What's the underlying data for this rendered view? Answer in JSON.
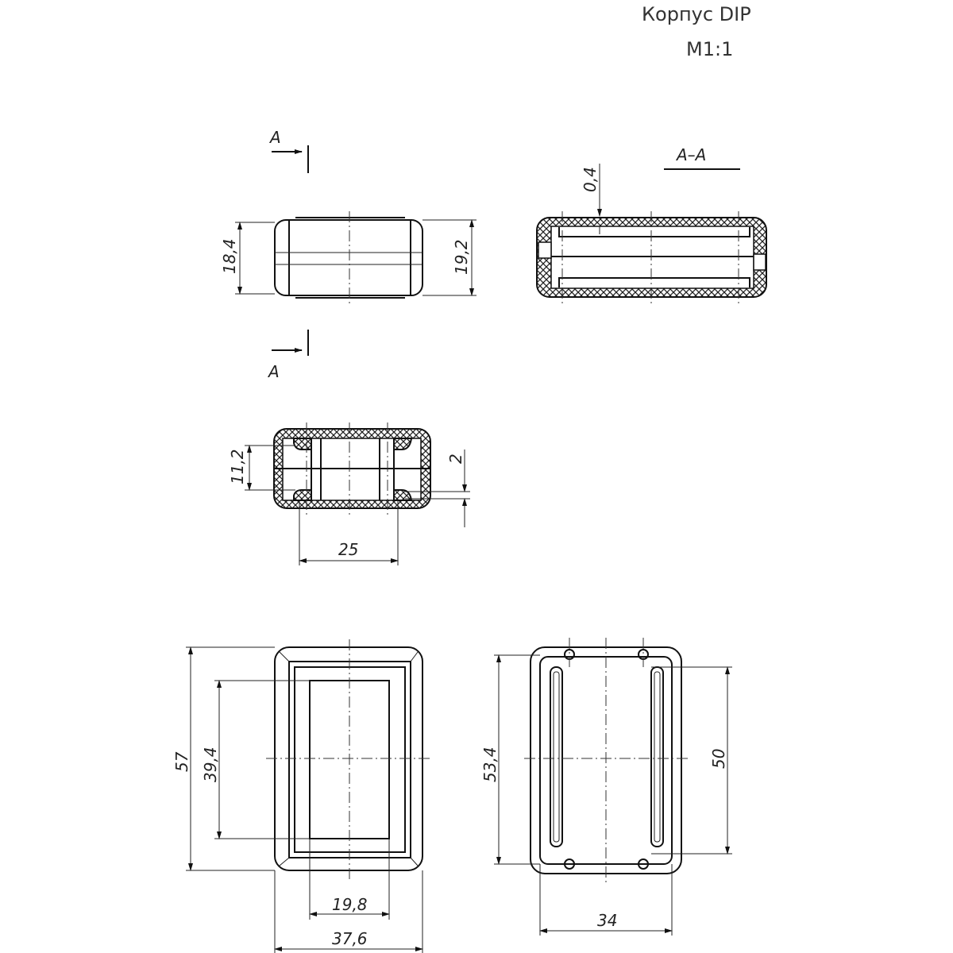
{
  "title": "Корпус DIP",
  "scale": "M1:1",
  "section_labels": {
    "top": "A",
    "bottom": "A",
    "section_title": "A–A"
  },
  "dimensions": {
    "side_left": "18,4",
    "side_right": "19,2",
    "wall": "0,4",
    "inner_height": "11,2",
    "gap": "2",
    "inner_width": "25",
    "front_height": "57",
    "window_height": "39,4",
    "window_width": "19,8",
    "front_width": "37,6",
    "back_height": "53,4",
    "hole_spacing_v": "50",
    "back_width": "34"
  }
}
